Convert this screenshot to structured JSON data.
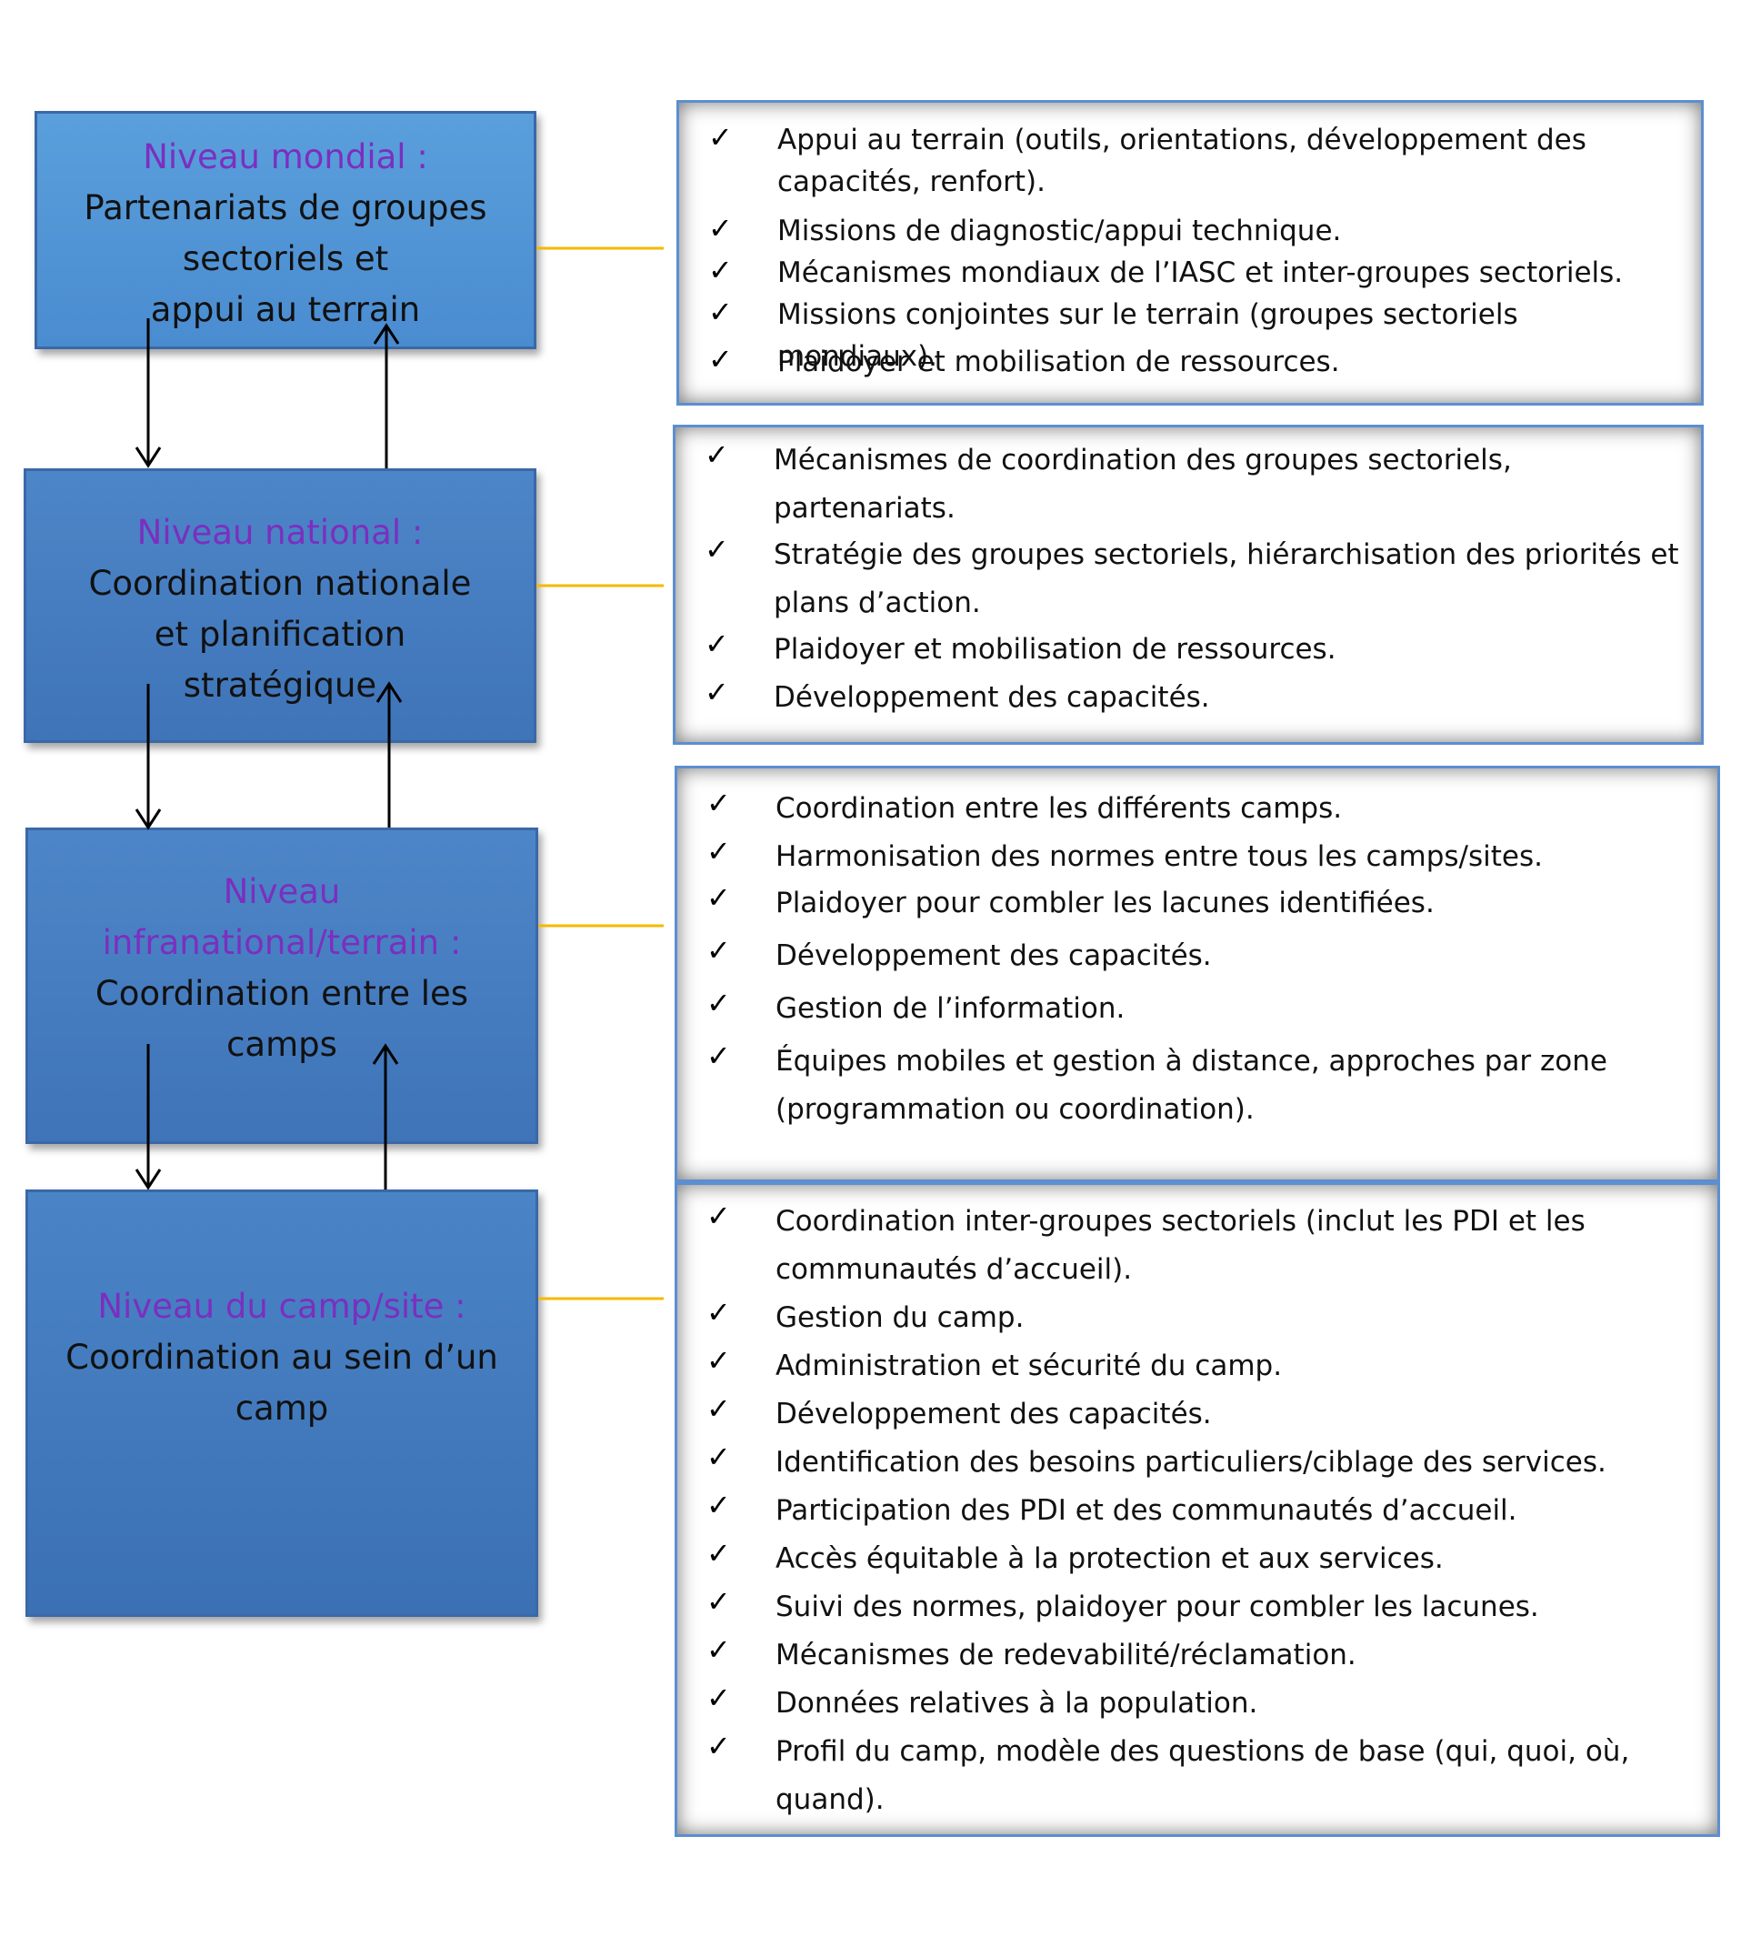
{
  "levels": [
    {
      "title": "Niveau mondial :",
      "desc_lines": [
        "Partenariats de groupes",
        "sectoriels et",
        "appui au terrain"
      ]
    },
    {
      "title": "Niveau national :",
      "desc_lines": [
        "Coordination nationale",
        "et planification",
        "stratégique"
      ]
    },
    {
      "title_lines": [
        "Niveau",
        "infranational/terrain :"
      ],
      "desc_lines": [
        "Coordination entre les",
        "camps"
      ]
    },
    {
      "title": "Niveau du camp/site :",
      "desc_lines": [
        "Coordination au sein d’un",
        "camp"
      ]
    }
  ],
  "panels": [
    {
      "items": [
        [
          "Appui au terrain (outils, orientations, développement des",
          "capacités, renfort)."
        ],
        [
          "Missions de diagnostic/appui technique."
        ],
        [
          "Mécanismes mondiaux de l’IASC et inter-groupes sectoriels."
        ],
        [
          "Missions conjointes sur le terrain (groupes sectoriels mondiaux)."
        ],
        [
          "Plaidoyer et mobilisation de ressources."
        ]
      ]
    },
    {
      "items": [
        [
          "Mécanismes de coordination des groupes sectoriels,",
          "partenariats."
        ],
        [
          "Stratégie des groupes sectoriels, hiérarchisation des priorités et",
          "plans d’action."
        ],
        [
          "Plaidoyer et mobilisation de ressources."
        ],
        [
          "Développement des capacités."
        ]
      ]
    },
    {
      "items": [
        [
          "Coordination entre les différents camps."
        ],
        [
          "Harmonisation des normes entre tous les camps/sites."
        ],
        [
          "Plaidoyer pour combler les lacunes identifiées."
        ],
        [
          "Développement des capacités."
        ],
        [
          "Gestion de l’information."
        ],
        [
          "Équipes mobiles et gestion à distance, approches par zone",
          "(programmation ou coordination)."
        ]
      ]
    },
    {
      "items": [
        [
          "Coordination inter-groupes sectoriels (inclut les PDI et les",
          "communautés d’accueil)."
        ],
        [
          "Gestion du camp."
        ],
        [
          "Administration et sécurité du camp."
        ],
        [
          "Développement des capacités."
        ],
        [
          "Identification des besoins particuliers/ciblage des services."
        ],
        [
          "Participation des PDI et des communautés d’accueil."
        ],
        [
          "Accès équitable à la protection et aux services."
        ],
        [
          "Suivi des normes, plaidoyer pour combler les lacunes."
        ],
        [
          "Mécanismes de redevabilité/réclamation."
        ],
        [
          "Données relatives à la population."
        ],
        [
          "Profil du camp, modèle des questions de base (qui, quoi, où,",
          "quand)."
        ]
      ]
    }
  ],
  "check_glyph": "✓",
  "colors": {
    "level_title": "#7b2fbf",
    "connector": "#f5b800",
    "panel_border": "#5b8fd0"
  }
}
